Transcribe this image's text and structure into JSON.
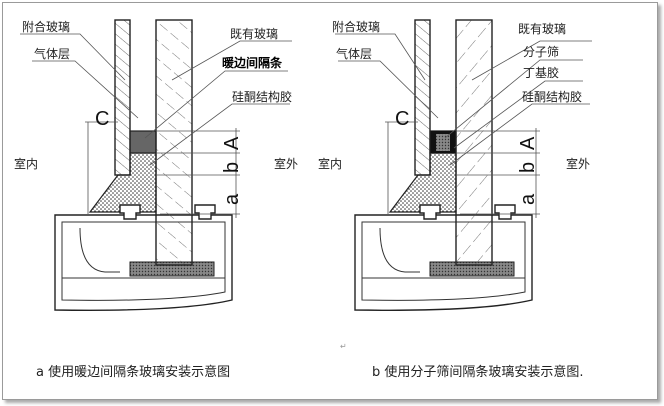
{
  "panel_a": {
    "labels": {
      "laminated_glass": "附合玻璃",
      "gas_layer": "气体层",
      "existing_glass": "既有玻璃",
      "spacer": "暖边间隔条",
      "silicone": "硅酮结构胶",
      "indoor": "室内",
      "outdoor": "室外"
    },
    "dims": {
      "c": "C",
      "A": "A",
      "b": "b",
      "a": "a"
    },
    "caption": "a 使用暖边间隔条玻璃安装示意图"
  },
  "panel_b": {
    "labels": {
      "laminated_glass": "附合玻璃",
      "gas_layer": "气体层",
      "existing_glass": "既有玻璃",
      "molecular_sieve": "分子筛",
      "butyl": "丁基胶",
      "silicone": "硅酮结构胶",
      "indoor": "室内",
      "outdoor": "室外"
    },
    "dims": {
      "c": "C",
      "A": "A",
      "b": "b",
      "a": "a"
    },
    "caption": "b 使用分子筛间隔条玻璃安装示意图."
  },
  "colors": {
    "line": "#222222",
    "spacer": "#555555",
    "sieve": "#111111"
  }
}
